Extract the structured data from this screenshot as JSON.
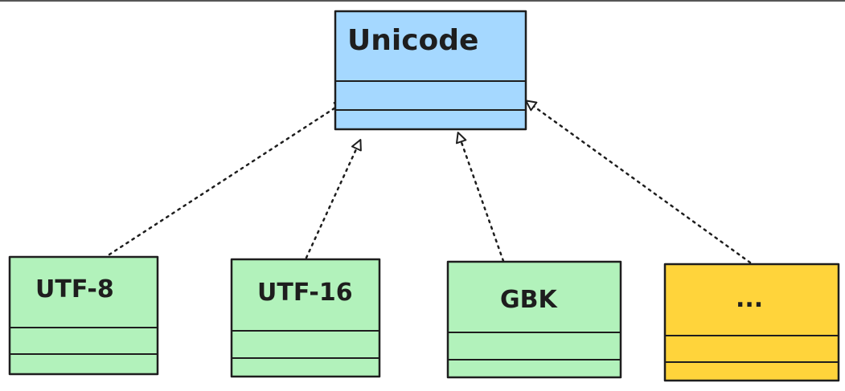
{
  "diagram": {
    "parent": {
      "label": "Unicode",
      "color": "#a5d8ff"
    },
    "children": [
      {
        "id": "utf8",
        "label": "UTF-8",
        "color": "#b2f2bb"
      },
      {
        "id": "utf16",
        "label": "UTF-16",
        "color": "#b2f2bb"
      },
      {
        "id": "gbk",
        "label": "GBK",
        "color": "#b2f2bb"
      },
      {
        "id": "more",
        "label": "...",
        "color": "#ffd43b"
      }
    ],
    "stroke_color": "#1e1e1e",
    "relationship": "realization"
  }
}
